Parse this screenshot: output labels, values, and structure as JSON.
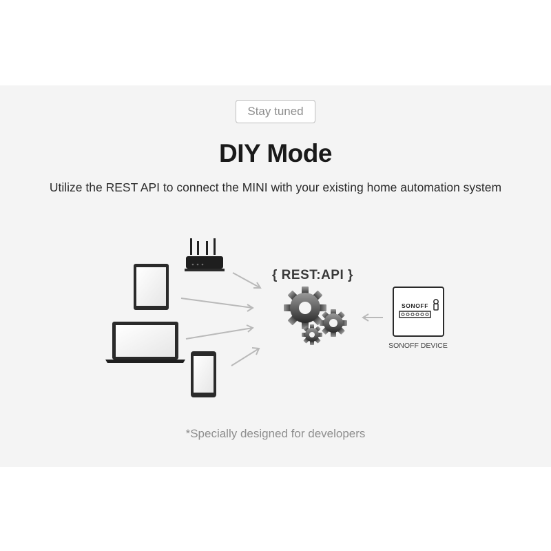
{
  "tag_label": "Stay tuned",
  "title": "DIY Mode",
  "subtitle": "Utilize the REST API to connect the MINI with your existing home automation system",
  "diagram": {
    "api_label": "{ REST:API }",
    "device_brand": "SONOFF",
    "device_caption": "SONOFF DEVICE",
    "clients": [
      "router-icon",
      "tablet-icon",
      "laptop-icon",
      "phone-icon"
    ],
    "hub_icon": "gears-icon",
    "device_icon": "sonoff-mini-icon"
  },
  "footnote": "*Specially designed for developers",
  "colors": {
    "banner_bg": "#f4f4f4",
    "device_dark": "#222222",
    "arrow": "#b9b9b9"
  }
}
